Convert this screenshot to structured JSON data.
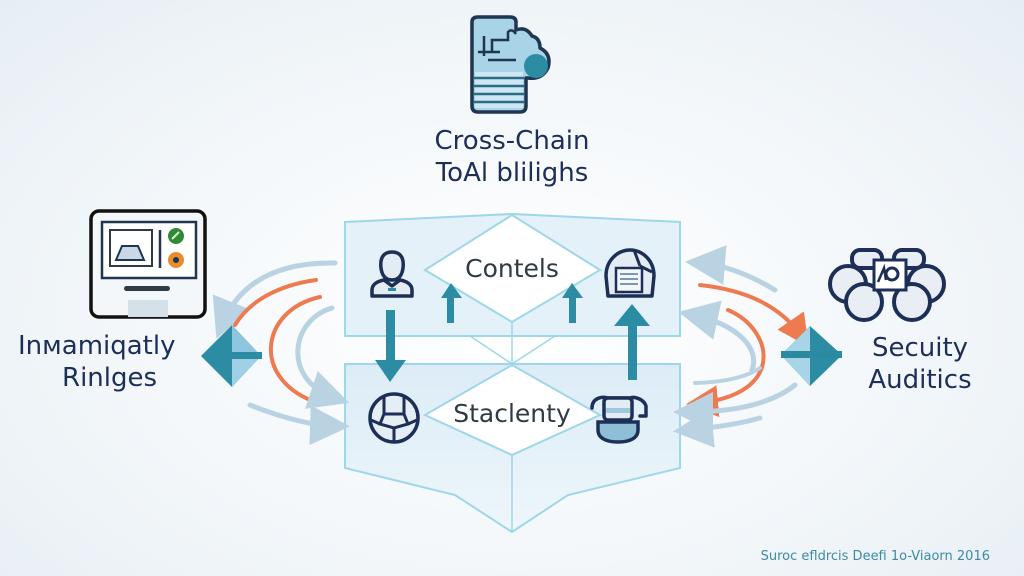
{
  "diagram": {
    "top_node": {
      "icon": "document-cloud-icon",
      "title_line1": "Cross-Chain",
      "title_line2": "ToAl blilighs"
    },
    "left_node": {
      "icon": "monitor-dashboard-icon",
      "title_line1": "Inмamiqatly",
      "title_line2": "Rinlges"
    },
    "right_node": {
      "icon": "binoculars-icon",
      "title_line1": "Secuity",
      "title_line2": "Auditics"
    },
    "center_top": {
      "label": "Contels",
      "left_icon": "user-icon",
      "right_icon": "vault-icon"
    },
    "center_bottom": {
      "label": "Staclenty",
      "left_icon": "polyhedron-icon",
      "right_icon": "telephone-icon"
    },
    "colors": {
      "primary_teal": "#2b8ca3",
      "dark_navy": "#1d2f57",
      "accent_orange": "#ee7a50",
      "light_arrow": "#b9d3e3",
      "panel_fill": "#e1f0f8",
      "panel_stroke": "#9ed6ea"
    }
  },
  "footer": {
    "caption": "Suroc efldrcis Deefi 1o-Viaorn 2016"
  }
}
